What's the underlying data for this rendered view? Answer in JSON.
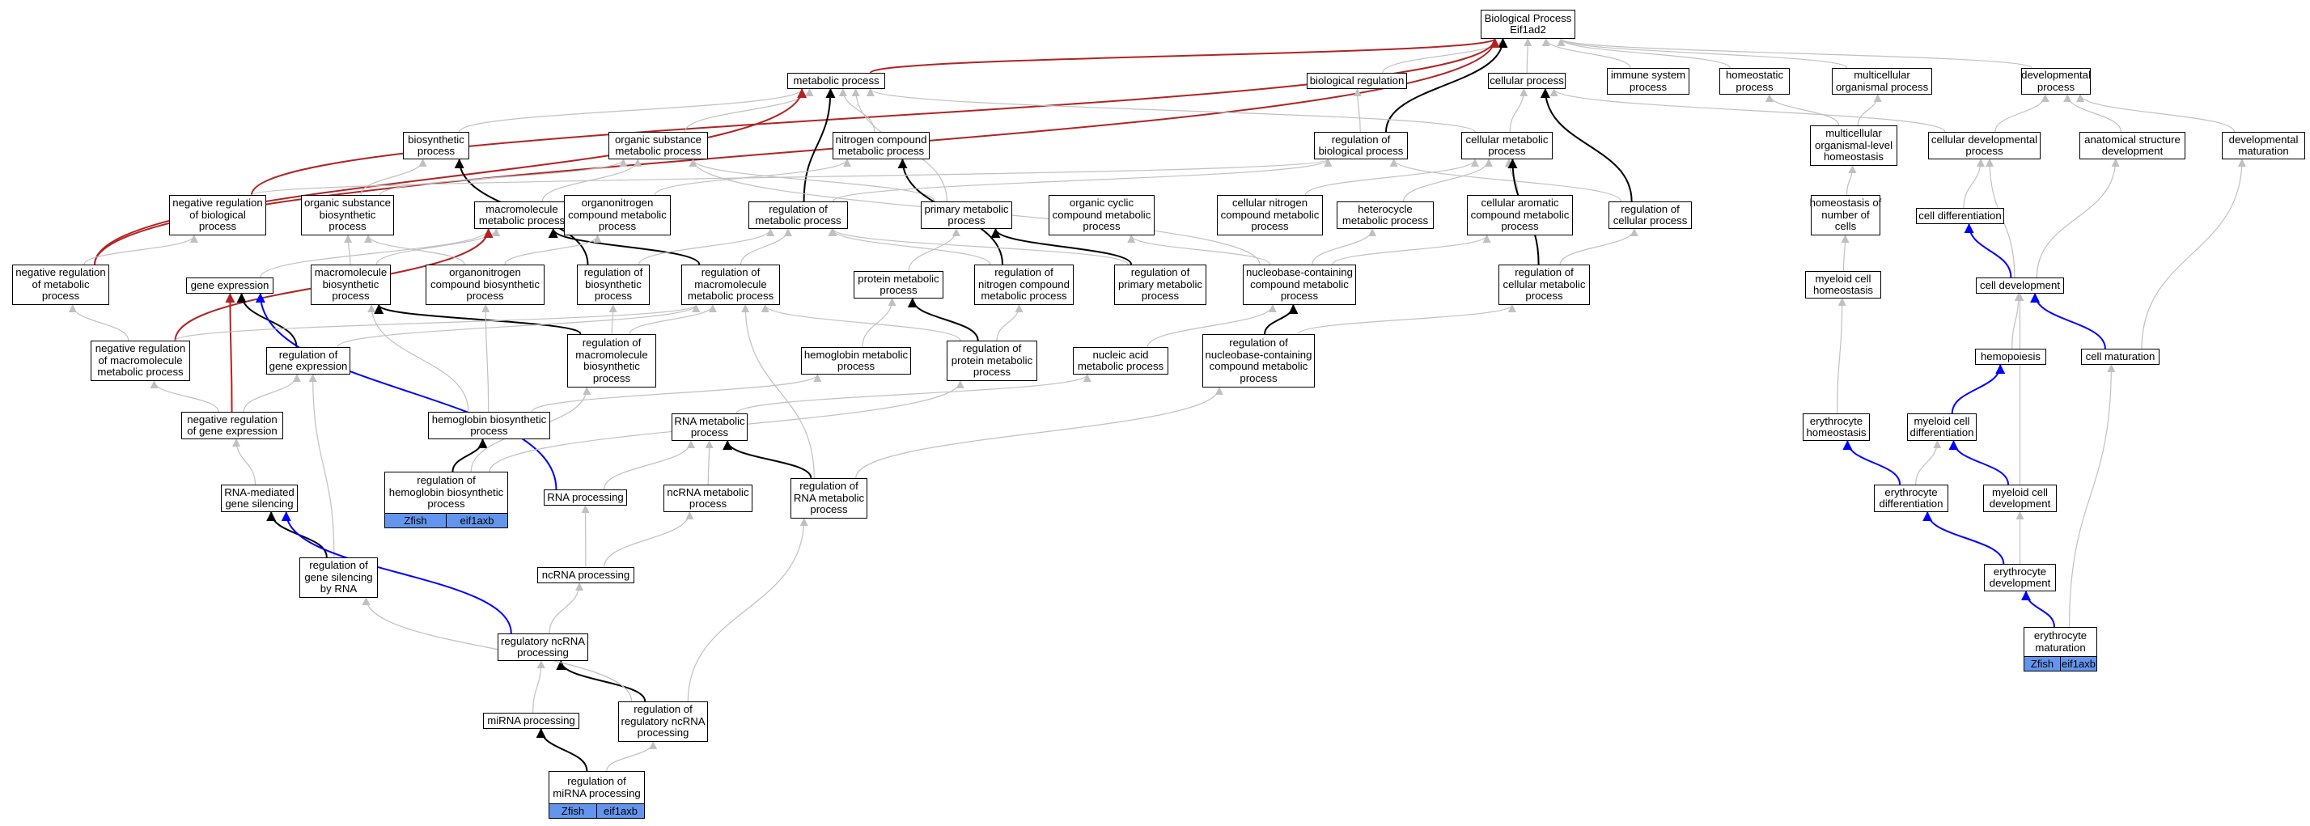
{
  "title": "Biological Process\nEif1ad2",
  "colors": {
    "gray": "#c0c0c0",
    "black": "#000000",
    "blue": "#0000ff",
    "red": "#b22222",
    "cell": "#6495ed"
  },
  "nodes": [
    {
      "id": "bp",
      "label": "Biological Process\nEif1ad2"
    },
    {
      "id": "metabolic",
      "label": "metabolic process"
    },
    {
      "id": "bioreg",
      "label": "biological regulation"
    },
    {
      "id": "cellular",
      "label": "cellular process"
    },
    {
      "id": "immune",
      "label": "immune system\nprocess"
    },
    {
      "id": "homeostatic",
      "label": "homeostatic\nprocess"
    },
    {
      "id": "multicell",
      "label": "multicellular\norganismal process"
    },
    {
      "id": "developmental",
      "label": "developmental\nprocess"
    },
    {
      "id": "biosynthetic",
      "label": "biosynthetic\nprocess"
    },
    {
      "id": "orgsubst",
      "label": "organic substance\nmetabolic process"
    },
    {
      "id": "nitrogen",
      "label": "nitrogen compound\nmetabolic process"
    },
    {
      "id": "regbio",
      "label": "regulation of\nbiological process"
    },
    {
      "id": "cellmet",
      "label": "cellular metabolic\nprocess"
    },
    {
      "id": "mohomeo",
      "label": "multicellular\norganismal-level\nhomeostasis"
    },
    {
      "id": "celldev",
      "label": "cellular developmental\nprocess"
    },
    {
      "id": "anatomical",
      "label": "anatomical structure\ndevelopment"
    },
    {
      "id": "devmat",
      "label": "developmental\nmaturation"
    },
    {
      "id": "negregbio",
      "label": "negative regulation\nof biological\nprocess"
    },
    {
      "id": "orgsubbio",
      "label": "organic substance\nbiosynthetic\nprocess"
    },
    {
      "id": "macromet",
      "label": "macromolecule\nmetabolic process"
    },
    {
      "id": "organonitro",
      "label": "organonitrogen\ncompound metabolic\nprocess"
    },
    {
      "id": "regmet",
      "label": "regulation of\nmetabolic process"
    },
    {
      "id": "primary",
      "label": "primary metabolic\nprocess"
    },
    {
      "id": "orgcyclic",
      "label": "organic cyclic\ncompound metabolic\nprocess"
    },
    {
      "id": "cellnitro",
      "label": "cellular nitrogen\ncompound metabolic\nprocess"
    },
    {
      "id": "heterocycle",
      "label": "heterocycle\nmetabolic process"
    },
    {
      "id": "cellarom",
      "label": "cellular aromatic\ncompound metabolic\nprocess"
    },
    {
      "id": "regcellproc",
      "label": "regulation of\ncellular process"
    },
    {
      "id": "homeocells",
      "label": "homeostasis of\nnumber of\ncells"
    },
    {
      "id": "celldiff",
      "label": "cell differentiation"
    },
    {
      "id": "negregmet",
      "label": "negative regulation\nof metabolic\nprocess"
    },
    {
      "id": "geneexpr",
      "label": "gene expression"
    },
    {
      "id": "macrobio",
      "label": "macromolecule\nbiosynthetic\nprocess"
    },
    {
      "id": "organobio",
      "label": "organonitrogen\ncompound biosynthetic\nprocess"
    },
    {
      "id": "regbiosyn",
      "label": "regulation of\nbiosynthetic\nprocess"
    },
    {
      "id": "regmacromet",
      "label": "regulation of\nmacromolecule\nmetabolic process"
    },
    {
      "id": "protmet",
      "label": "protein metabolic\nprocess"
    },
    {
      "id": "regnitro",
      "label": "regulation of\nnitrogen compound\nmetabolic process"
    },
    {
      "id": "regprimary",
      "label": "regulation of\nprimary metabolic\nprocess"
    },
    {
      "id": "nucleobase",
      "label": "nucleobase-containing\ncompound metabolic\nprocess"
    },
    {
      "id": "regcellmet",
      "label": "regulation of\ncellular metabolic\nprocess"
    },
    {
      "id": "myelohomeo",
      "label": "myeloid cell\nhomeostasis"
    },
    {
      "id": "celldevel",
      "label": "cell development"
    },
    {
      "id": "negregmacro",
      "label": "negative regulation\nof macromolecule\nmetabolic process"
    },
    {
      "id": "reggeneexpr",
      "label": "regulation of\ngene expression"
    },
    {
      "id": "regmacrobio",
      "label": "regulation of\nmacromolecule\nbiosynthetic\nprocess"
    },
    {
      "id": "hemomet",
      "label": "hemoglobin metabolic\nprocess"
    },
    {
      "id": "regprotmet",
      "label": "regulation of\nprotein metabolic\nprocess"
    },
    {
      "id": "nucleicacid",
      "label": "nucleic acid\nmetabolic process"
    },
    {
      "id": "regnucleo",
      "label": "regulation of\nnucleobase-containing\ncompound metabolic\nprocess"
    },
    {
      "id": "hemopoiesis",
      "label": "hemopoiesis"
    },
    {
      "id": "cellmatur",
      "label": "cell maturation"
    },
    {
      "id": "negreggene",
      "label": "negative regulation\nof gene expression"
    },
    {
      "id": "hemobio",
      "label": "hemoglobin biosynthetic\nprocess"
    },
    {
      "id": "rnamet",
      "label": "RNA metabolic\nprocess"
    },
    {
      "id": "erythhomeo",
      "label": "erythrocyte\nhomeostasis"
    },
    {
      "id": "myelodiff",
      "label": "myeloid cell\ndifferentiation"
    },
    {
      "id": "rnasilence",
      "label": "RNA-mediated\ngene silencing"
    },
    {
      "id": "rnaproc",
      "label": "RNA processing"
    },
    {
      "id": "ncrnamet",
      "label": "ncRNA metabolic\nprocess"
    },
    {
      "id": "regrnamet",
      "label": "regulation of\nRNA metabolic\nprocess"
    },
    {
      "id": "erythdiff",
      "label": "erythrocyte\ndifferentiation"
    },
    {
      "id": "myelodev",
      "label": "myeloid cell\ndevelopment"
    },
    {
      "id": "regsilence",
      "label": "regulation of\ngene silencing\nby RNA"
    },
    {
      "id": "ncrnaproc",
      "label": "ncRNA processing"
    },
    {
      "id": "erythdev",
      "label": "erythrocyte\ndevelopment"
    },
    {
      "id": "regncrna",
      "label": "regulatory ncRNA\nprocessing"
    },
    {
      "id": "mirna",
      "label": "miRNA processing"
    },
    {
      "id": "regregncrna",
      "label": "regulation of\nregulatory ncRNA\nprocessing"
    }
  ],
  "annotated": [
    {
      "id": "reghemobio",
      "label": "regulation of\nhemoglobin biosynthetic\nprocess",
      "cells": [
        "Zfish",
        "eif1axb"
      ]
    },
    {
      "id": "erythmat",
      "label": "erythrocyte\nmaturation",
      "cells": [
        "Zfish",
        "eif1axb"
      ]
    },
    {
      "id": "regmirna",
      "label": "regulation of\nmiRNA processing",
      "cells": [
        "Zfish",
        "eif1axb"
      ]
    }
  ],
  "edges": [
    [
      "metabolic",
      "bp",
      "red"
    ],
    [
      "bioreg",
      "bp",
      "gray"
    ],
    [
      "cellular",
      "bp",
      "gray"
    ],
    [
      "immune",
      "bp",
      "gray"
    ],
    [
      "homeostatic",
      "bp",
      "gray"
    ],
    [
      "multicell",
      "bp",
      "gray"
    ],
    [
      "developmental",
      "bp",
      "gray"
    ],
    [
      "regbio",
      "bp",
      "black"
    ],
    [
      "negregbio",
      "bp",
      "red"
    ],
    [
      "negregmet",
      "bp",
      "red"
    ],
    [
      "biosynthetic",
      "metabolic",
      "gray"
    ],
    [
      "orgsubst",
      "metabolic",
      "gray"
    ],
    [
      "nitrogen",
      "metabolic",
      "gray"
    ],
    [
      "regmet",
      "metabolic",
      "black"
    ],
    [
      "primary",
      "metabolic",
      "gray"
    ],
    [
      "cellmet",
      "metabolic",
      "gray"
    ],
    [
      "negregmet",
      "metabolic",
      "red"
    ],
    [
      "regbio",
      "bioreg",
      "gray"
    ],
    [
      "cellmet",
      "cellular",
      "gray"
    ],
    [
      "regcellproc",
      "cellular",
      "black"
    ],
    [
      "celldev",
      "cellular",
      "gray"
    ],
    [
      "mohomeo",
      "homeostatic",
      "gray"
    ],
    [
      "mohomeo",
      "multicell",
      "gray"
    ],
    [
      "celldev",
      "developmental",
      "gray"
    ],
    [
      "anatomical",
      "developmental",
      "gray"
    ],
    [
      "devmat",
      "developmental",
      "gray"
    ],
    [
      "orgsubbio",
      "biosynthetic",
      "gray"
    ],
    [
      "regbiosyn",
      "biosynthetic",
      "black"
    ],
    [
      "orgsubbio",
      "orgsubst",
      "gray"
    ],
    [
      "macromet",
      "orgsubst",
      "gray"
    ],
    [
      "primary",
      "orgsubst",
      "gray"
    ],
    [
      "organonitro",
      "nitrogen",
      "gray"
    ],
    [
      "regnitro",
      "nitrogen",
      "black"
    ],
    [
      "nucleobase",
      "orgsubst",
      "gray"
    ],
    [
      "regmet",
      "regbio",
      "gray"
    ],
    [
      "negregbio",
      "regbio",
      "gray"
    ],
    [
      "regcellproc",
      "regbio",
      "gray"
    ],
    [
      "heterocycle",
      "cellmet",
      "gray"
    ],
    [
      "cellarom",
      "cellmet",
      "gray"
    ],
    [
      "cellnitro",
      "cellmet",
      "gray"
    ],
    [
      "regcellmet",
      "cellmet",
      "black"
    ],
    [
      "homeocells",
      "mohomeo",
      "gray"
    ],
    [
      "celldiff",
      "celldev",
      "gray"
    ],
    [
      "celldevel",
      "celldev",
      "gray"
    ],
    [
      "celldevel",
      "anatomical",
      "gray"
    ],
    [
      "cellmatur",
      "devmat",
      "gray"
    ],
    [
      "myelohomeo",
      "homeocells",
      "gray"
    ],
    [
      "celldevel",
      "celldiff",
      "blue"
    ],
    [
      "hemopoiesis",
      "celldevel",
      "gray"
    ],
    [
      "cellmatur",
      "celldevel",
      "blue"
    ],
    [
      "negregmet",
      "negregbio",
      "gray"
    ],
    [
      "negregmacro",
      "negregmet",
      "gray"
    ],
    [
      "geneexpr",
      "macromet",
      "gray"
    ],
    [
      "macrobio",
      "macromet",
      "gray"
    ],
    [
      "regmacromet",
      "macromet",
      "black"
    ],
    [
      "negregmacro",
      "macromet",
      "red"
    ],
    [
      "macrobio",
      "orgsubbio",
      "gray"
    ],
    [
      "organobio",
      "organonitro",
      "gray"
    ],
    [
      "organobio",
      "orgsubbio",
      "gray"
    ],
    [
      "regbiosyn",
      "regmet",
      "gray"
    ],
    [
      "regmacromet",
      "regmet",
      "gray"
    ],
    [
      "regnitro",
      "regmet",
      "gray"
    ],
    [
      "regprimary",
      "regmet",
      "gray"
    ],
    [
      "regprimary",
      "primary",
      "black"
    ],
    [
      "protmet",
      "primary",
      "gray"
    ],
    [
      "nucleobase",
      "heterocycle",
      "gray"
    ],
    [
      "nucleobase",
      "cellarom",
      "gray"
    ],
    [
      "nucleobase",
      "orgcyclic",
      "gray"
    ],
    [
      "regcellmet",
      "regcellproc",
      "gray"
    ],
    [
      "regnucleo",
      "nucleobase",
      "black"
    ],
    [
      "reggeneexpr",
      "geneexpr",
      "black"
    ],
    [
      "negreggene",
      "geneexpr",
      "red"
    ],
    [
      "rnaproc",
      "geneexpr",
      "blue"
    ],
    [
      "regmacrobio",
      "macrobio",
      "black"
    ],
    [
      "hemobio",
      "macrobio",
      "gray"
    ],
    [
      "hemobio",
      "organobio",
      "gray"
    ],
    [
      "regmacrobio",
      "regbiosyn",
      "gray"
    ],
    [
      "regmacrobio",
      "regmacromet",
      "gray"
    ],
    [
      "regprotmet",
      "protmet",
      "black"
    ],
    [
      "regprotmet",
      "regmacromet",
      "gray"
    ],
    [
      "regprotmet",
      "regnitro",
      "gray"
    ],
    [
      "hemomet",
      "protmet",
      "gray"
    ],
    [
      "nucleicacid",
      "nucleobase",
      "gray"
    ],
    [
      "regnucleo",
      "regcellmet",
      "gray"
    ],
    [
      "erythhomeo",
      "myelohomeo",
      "gray"
    ],
    [
      "myelodiff",
      "hemopoiesis",
      "blue"
    ],
    [
      "myelodev",
      "celldevel",
      "gray"
    ],
    [
      "negregmacro",
      "regmacromet",
      "gray"
    ],
    [
      "reggeneexpr",
      "regmacromet",
      "gray"
    ],
    [
      "negreggene",
      "reggeneexpr",
      "gray"
    ],
    [
      "negreggene",
      "negregmacro",
      "gray"
    ],
    [
      "hemobio",
      "hemomet",
      "gray"
    ],
    [
      "rnamet",
      "nucleicacid",
      "gray"
    ],
    [
      "erythdiff",
      "erythhomeo",
      "blue"
    ],
    [
      "erythdiff",
      "myelodiff",
      "gray"
    ],
    [
      "myelodev",
      "myelodiff",
      "blue"
    ],
    [
      "reghemobio",
      "hemobio",
      "black"
    ],
    [
      "reghemobio",
      "regmacrobio",
      "gray"
    ],
    [
      "reghemobio",
      "regprotmet",
      "gray"
    ],
    [
      "rnasilence",
      "negreggene",
      "gray"
    ],
    [
      "rnaproc",
      "rnamet",
      "gray"
    ],
    [
      "ncrnamet",
      "rnamet",
      "gray"
    ],
    [
      "regrnamet",
      "rnamet",
      "black"
    ],
    [
      "regrnamet",
      "regnucleo",
      "gray"
    ],
    [
      "regrnamet",
      "regmacromet",
      "gray"
    ],
    [
      "regsilence",
      "rnasilence",
      "black"
    ],
    [
      "regsilence",
      "reggeneexpr",
      "gray"
    ],
    [
      "ncrnaproc",
      "rnaproc",
      "gray"
    ],
    [
      "ncrnaproc",
      "ncrnamet",
      "gray"
    ],
    [
      "erythdev",
      "erythdiff",
      "blue"
    ],
    [
      "erythdev",
      "myelodev",
      "gray"
    ],
    [
      "erythmat",
      "erythdev",
      "blue"
    ],
    [
      "erythmat",
      "cellmatur",
      "gray"
    ],
    [
      "regncrna",
      "rnasilence",
      "blue"
    ],
    [
      "regncrna",
      "ncrnaproc",
      "gray"
    ],
    [
      "regregncrna",
      "regncrna",
      "black"
    ],
    [
      "regregncrna",
      "regrnamet",
      "gray"
    ],
    [
      "regregncrna",
      "regsilence",
      "gray"
    ],
    [
      "mirna",
      "regncrna",
      "gray"
    ],
    [
      "regmirna",
      "mirna",
      "black"
    ],
    [
      "regmirna",
      "regregncrna",
      "gray"
    ]
  ]
}
